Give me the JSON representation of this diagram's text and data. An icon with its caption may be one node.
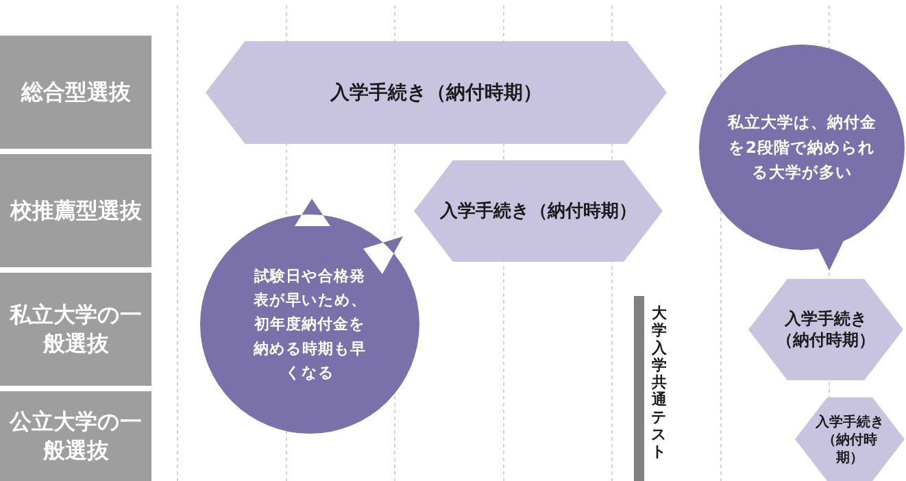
{
  "diagram": {
    "nodes": [
      {
        "text": [
          "総合型選抜"
        ]
      },
      {
        "text": [
          "入学手続き（納付時期）"
        ]
      },
      {
        "text": [
          "私立大学は、納付金を2段階で納められる大学が多い"
        ]
      },
      {
        "text": [
          "校推薦型選抜"
        ]
      },
      {
        "text": [
          "入学手続き（納付時期）"
        ]
      },
      {
        "text": [
          "試験日や合格発表が早いため、初年度納付金を納める時期も早くなる"
        ]
      },
      {
        "text": [
          "私立大学の一般選抜"
        ]
      },
      {
        "text": [
          "大学入学共通テスト"
        ]
      },
      {
        "text": [
          "入学手続き（納付時期）"
        ]
      },
      {
        "text": [
          "公立大学の一般選抜"
        ]
      },
      {
        "text": [
          "入学手続き（納付時期）"
        ]
      }
    ],
    "edges": []
  }
}
